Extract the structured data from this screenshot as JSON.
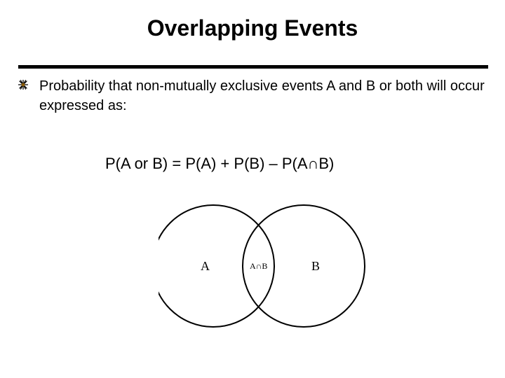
{
  "slide": {
    "title": "Overlapping Events",
    "bullet": {
      "icon": "starburst-bullet-icon",
      "text": "Probability that non-mutually exclusive events A and B or both will occur expressed as:"
    },
    "formula": "P(A or B) = P(A) + P(B) – P(A∩B)"
  },
  "venn": {
    "label_a": "A",
    "label_b": "B",
    "label_intersection": "A∩B"
  },
  "colors": {
    "text": "#000000",
    "background": "#ffffff",
    "bullet_accent": "#8a5a00"
  }
}
